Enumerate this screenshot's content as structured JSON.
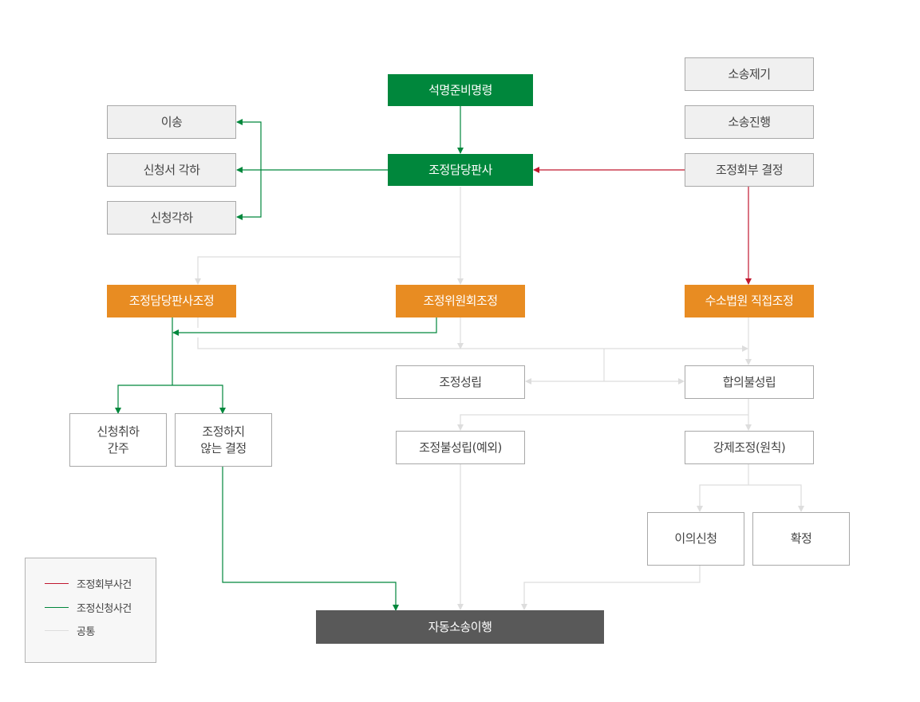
{
  "colors": {
    "green": "#00873c",
    "orange": "#e88c22",
    "red": "#c0182f",
    "common": "#dddddd",
    "dark": "#595959"
  },
  "nodes": {
    "seokmyeong": "석명준비명령",
    "judge": "조정담당판사",
    "isong": "이송",
    "sincheongseo_gakha": "신청서 각하",
    "sincheong_gakha": "신청각하",
    "sosong_jegi": "소송제기",
    "sosong_jinhaeng": "소송진행",
    "hoebu_gyeoljeong": "조정회부 결정",
    "judge_mediation": "조정담당판사조정",
    "committee_mediation": "조정위원회조정",
    "court_direct": "수소법원 직접조정",
    "seongnip": "조정성립",
    "bulseongnip_agree": "합의불성립",
    "chwiha": "신청취하\n간주",
    "not_mediate": "조정하지\n않는 결정",
    "bulseongnip_exception": "조정불성립(예외)",
    "gangje": "강제조정(원칙)",
    "objection": "이의신청",
    "final": "확정",
    "auto_lawsuit": "자동소송이행"
  },
  "legend": [
    {
      "label": "조정회부사건",
      "color_key": "red"
    },
    {
      "label": "조정신청사건",
      "color_key": "green"
    },
    {
      "label": "공통",
      "color_key": "common"
    }
  ]
}
